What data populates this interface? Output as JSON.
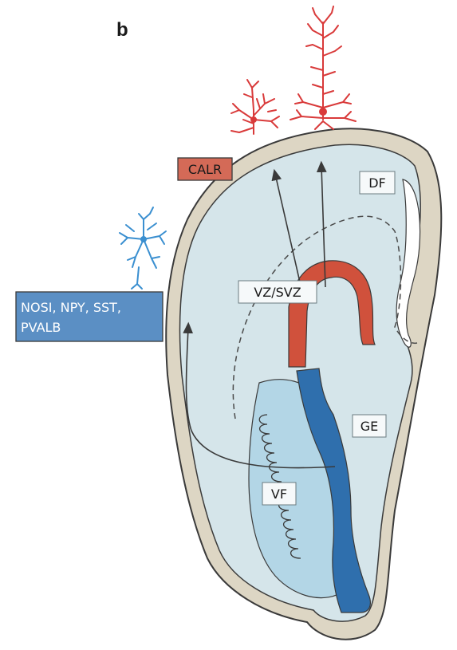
{
  "panel": {
    "letter": "b"
  },
  "labels": {
    "calr": "CALR",
    "df": "DF",
    "vz_svz": "VZ/SVZ",
    "ge": "GE",
    "vf": "VF",
    "interneuron_markers_line1": "NOSI, NPY, SST,",
    "interneuron_markers_line2": "PVALB"
  },
  "colors": {
    "outline": "#3a3a3a",
    "cortex_band": "#ddd6c4",
    "brain_fill": "#d5e5ea",
    "vf_fill": "#b3d6e6",
    "ge_blue": "#2f6fad",
    "vz_red": "#d0513c",
    "red_neuron": "#d93a3a",
    "blue_neuron": "#3a8fd0",
    "calr_box": "#d46a57",
    "marker_box": "#5b8fc4"
  }
}
